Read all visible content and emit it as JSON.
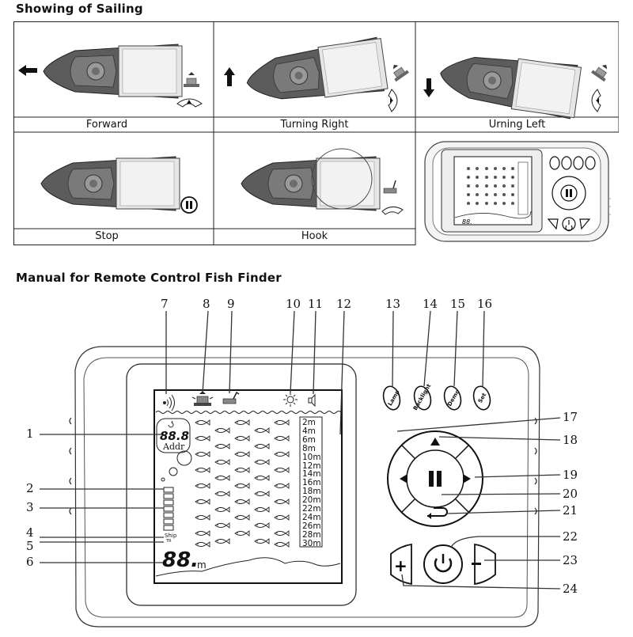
{
  "sailing": {
    "title": "Showing of Sailing",
    "captions": [
      "Forward",
      "Turning Right",
      "Urning Left",
      "Stop",
      "Hook"
    ]
  },
  "manual": {
    "title": "Manual for Remote Control Fish Finder",
    "callouts_top": [
      "7",
      "8",
      "9",
      "10",
      "11",
      "12",
      "13",
      "14",
      "15",
      "16"
    ],
    "callouts_left": [
      "1",
      "2",
      "3",
      "4",
      "5",
      "6"
    ],
    "callouts_right": [
      "17",
      "18",
      "19",
      "20",
      "21",
      "22",
      "23",
      "24"
    ],
    "buttons": [
      "Lamp",
      "Backlight",
      "Demo",
      "Set"
    ],
    "depths": [
      "2m",
      "4m",
      "6m",
      "8m",
      "10m",
      "12m",
      "14m",
      "16m",
      "18m",
      "20m",
      "22m",
      "24m",
      "26m",
      "28m",
      "30m"
    ],
    "addr_value": "88.8",
    "addr_label": "Addr",
    "ship_label": "Ship",
    "ship_sub": "TR",
    "depth_readout": "88.",
    "depth_unit": "m",
    "small_depth_readout": "88."
  },
  "colors": {
    "hull": "#5d5d5d",
    "outline": "#333333",
    "panel": "#ffffff"
  },
  "icons": [
    "arrow-left-icon",
    "arrow-up-icon",
    "arrow-down-icon",
    "pause-icon",
    "boat-icon",
    "bait-hook-icon",
    "signal-icon",
    "bell-icon",
    "lamp-icon",
    "speaker-icon",
    "fish-icon",
    "power-icon",
    "plus-icon",
    "minus-icon",
    "return-icon"
  ]
}
